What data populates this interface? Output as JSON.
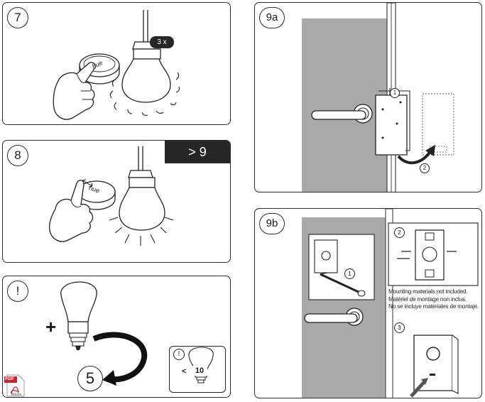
{
  "steps": {
    "s7": {
      "number": "7",
      "badge": "3 x",
      "hue_label": "hue"
    },
    "s8": {
      "number": "8",
      "badge": "> 9",
      "hue_label": "hue"
    },
    "s_warn": {
      "number": "!",
      "plus": "+",
      "count": "5",
      "inset_number": "!",
      "inset_less": "<",
      "inset_value": "10"
    },
    "s9a": {
      "number": "9a",
      "callout_1": "1",
      "callout_2": "2"
    },
    "s9b": {
      "number": "9b",
      "callout_1": "1",
      "callout_2": "2",
      "callout_3": "3",
      "notes": [
        "Mounting materials not included.",
        "Matériel de montage non inclus.",
        "No se incluye materiales de montaje."
      ]
    }
  },
  "pdf_badge": {
    "top": "PDF",
    "bottom": "Adobe"
  },
  "colors": {
    "door": "#a9a9a9",
    "frame": "#7f7f7f",
    "badge": "#262626",
    "pdf_red": "#d2232a"
  }
}
